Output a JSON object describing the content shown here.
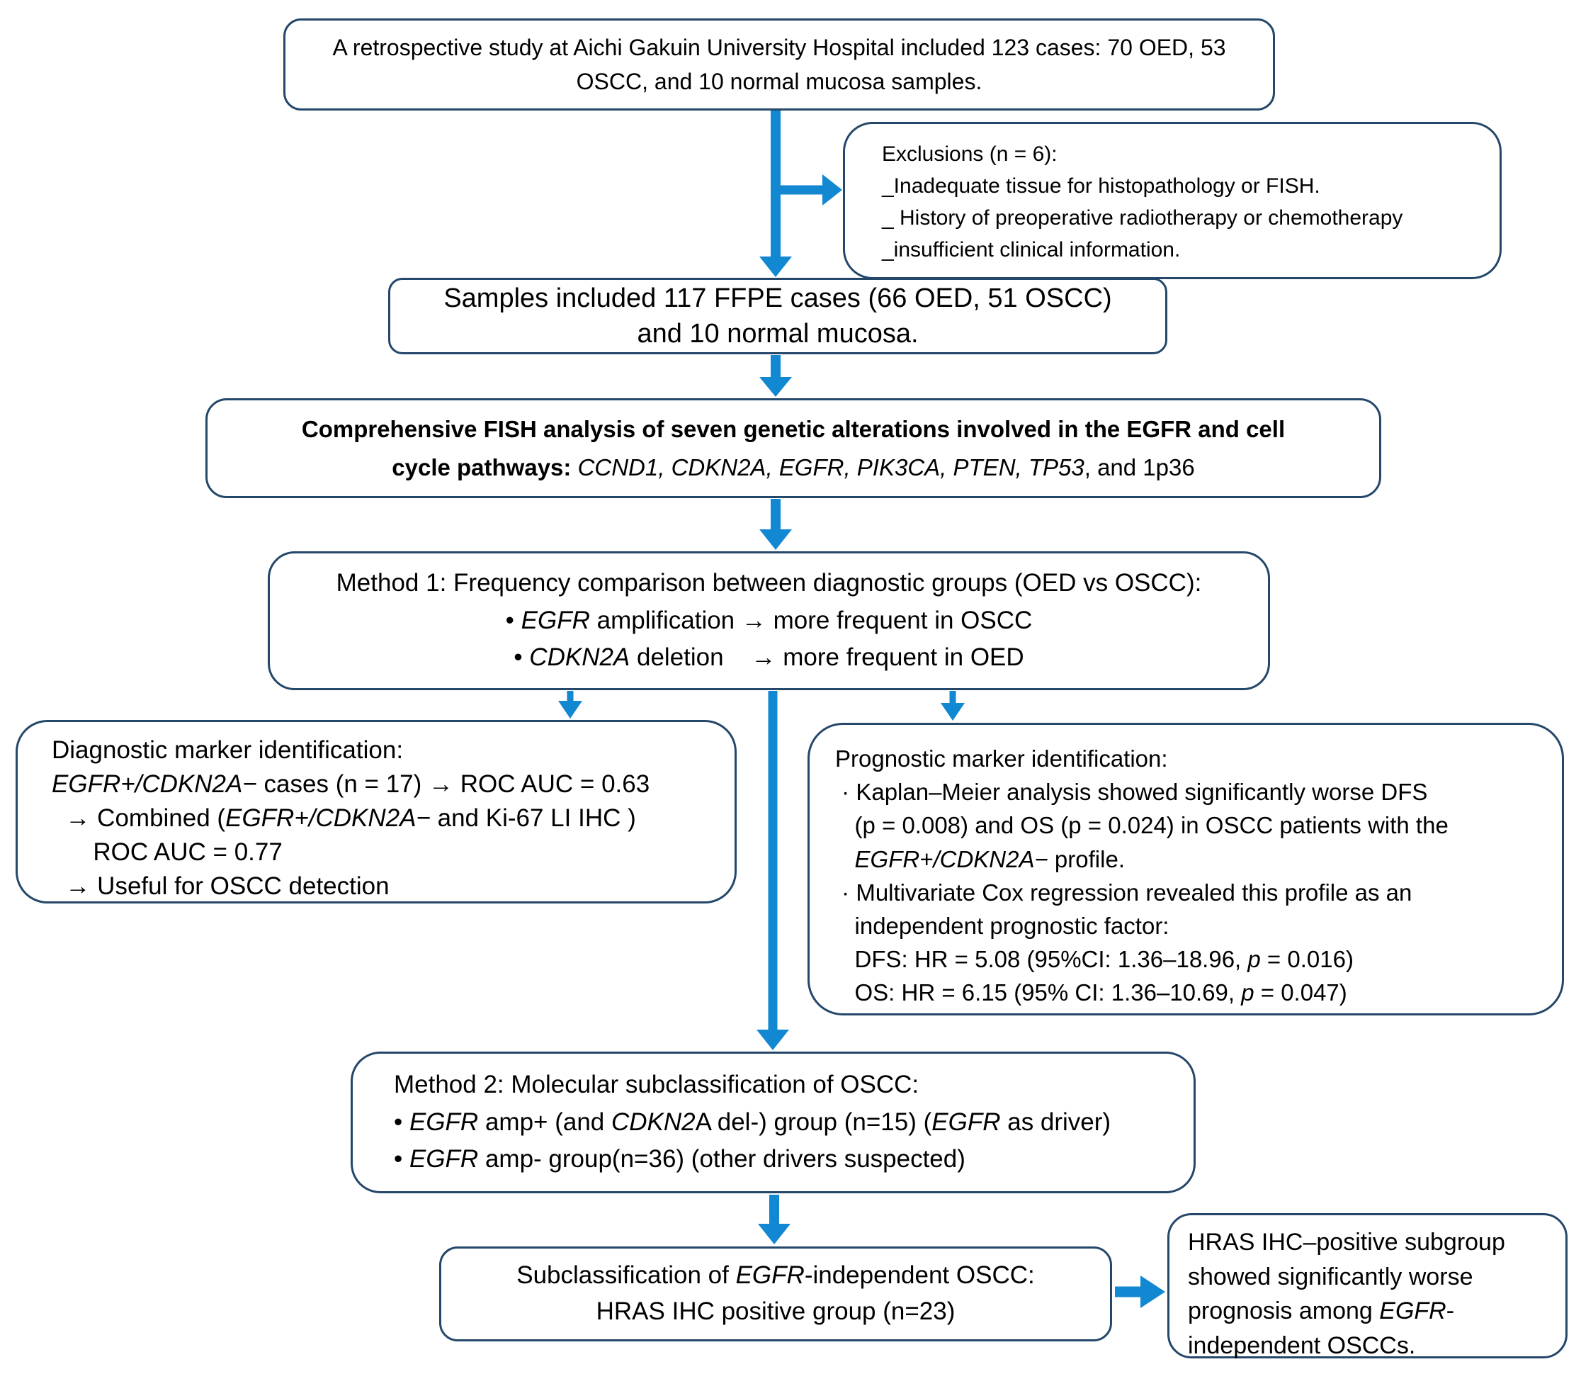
{
  "colors": {
    "box_border": "#24476a",
    "arrow": "#1287d2",
    "background": "#ffffff",
    "text": "#000000"
  },
  "boxes": {
    "study": {
      "lines": [
        [
          {
            "t": "A retrospective study at Aichi Gakuin University Hospital included 123 cases: 70 OED, 53"
          }
        ],
        [
          {
            "t": "OSCC, and 10 normal mucosa samples."
          }
        ]
      ]
    },
    "exclusions": {
      "lines": [
        [
          {
            "t": "Exclusions (n = 6):"
          }
        ],
        [
          {
            "t": "_Inadequate tissue for histopathology or FISH."
          }
        ],
        [
          {
            "t": "_ History of preoperative radiotherapy or chemotherapy"
          }
        ],
        [
          {
            "t": "_insufficient clinical information."
          }
        ]
      ]
    },
    "samples": {
      "lines": [
        [
          {
            "t": "Samples included 117 FFPE cases (66 OED, 51 OSCC)"
          }
        ],
        [
          {
            "t": "and 10 normal mucosa."
          }
        ]
      ]
    },
    "fish": {
      "lines": [
        [
          {
            "t": "Comprehensive FISH analysis of seven genetic alterations involved in the EGFR and cell",
            "b": true
          }
        ],
        [
          {
            "t": "cycle pathways: ",
            "b": true
          },
          {
            "t": "CCND1, CDKN2A, EGFR, PIK3CA, PTEN, TP53",
            "i": true
          },
          {
            "t": ", and 1p36"
          }
        ]
      ]
    },
    "method1": {
      "lines": [
        [
          {
            "t": "Method 1: Frequency comparison between diagnostic groups (OED vs OSCC):"
          }
        ],
        [
          {
            "t": "• "
          },
          {
            "t": "EGFR",
            "i": true
          },
          {
            "t": " amplification → more frequent in OSCC"
          }
        ],
        [
          {
            "t": "• "
          },
          {
            "t": "CDKN2A",
            "i": true
          },
          {
            "t": " deletion    → more frequent in OED"
          }
        ]
      ]
    },
    "diagnostic": {
      "lines": [
        [
          {
            "t": "Diagnostic marker identification:"
          }
        ],
        [
          {
            "t": "EGFR+/CDKN2A−",
            "i": true
          },
          {
            "t": " cases (n = 17) → ROC AUC = 0.63"
          }
        ],
        [
          {
            "t": "  → Combined ("
          },
          {
            "t": "EGFR+/CDKN2A−",
            "i": true
          },
          {
            "t": " and Ki-67 LI IHC )"
          }
        ],
        [
          {
            "t": "      ROC AUC = 0.77"
          }
        ],
        [
          {
            "t": "  → Useful for OSCC detection"
          }
        ]
      ]
    },
    "prognostic": {
      "lines": [
        [
          {
            "t": "Prognostic marker identification:"
          }
        ],
        [
          {
            "t": " · Kaplan–Meier analysis showed significantly worse DFS"
          }
        ],
        [
          {
            "t": "   (p = 0.008) and OS (p = 0.024) in OSCC patients with the"
          }
        ],
        [
          {
            "t": "   "
          },
          {
            "t": "EGFR+/CDKN2A−",
            "i": true
          },
          {
            "t": " profile."
          }
        ],
        [
          {
            "t": " · Multivariate Cox regression revealed this profile as an"
          }
        ],
        [
          {
            "t": "   independent prognostic factor:"
          }
        ],
        [
          {
            "t": "   DFS: HR = 5.08 (95%CI: 1.36–18.96, "
          },
          {
            "t": "p",
            "i": true
          },
          {
            "t": " = 0.016)"
          }
        ],
        [
          {
            "t": "   OS: HR = 6.15 (95% CI: 1.36–10.69, "
          },
          {
            "t": "p",
            "i": true
          },
          {
            "t": " = 0.047)"
          }
        ]
      ]
    },
    "method2": {
      "lines": [
        [
          {
            "t": "Method 2: Molecular subclassification of OSCC:"
          }
        ],
        [
          {
            "t": "• "
          },
          {
            "t": "EGFR",
            "i": true
          },
          {
            "t": " amp+ (and "
          },
          {
            "t": "CDKN2",
            "i": true
          },
          {
            "t": "A del-) group (n=15) ("
          },
          {
            "t": "EGFR",
            "i": true
          },
          {
            "t": " as driver)"
          }
        ],
        [
          {
            "t": "• "
          },
          {
            "t": "EGFR",
            "i": true
          },
          {
            "t": " amp- group(n=36) (other drivers suspected)"
          }
        ]
      ]
    },
    "subclass": {
      "lines": [
        [
          {
            "t": "Subclassification of "
          },
          {
            "t": "EGFR",
            "i": true
          },
          {
            "t": "-independent OSCC:"
          }
        ],
        [
          {
            "t": "HRAS IHC positive group (n=23)"
          }
        ]
      ]
    },
    "hras": {
      "lines": [
        [
          {
            "t": "HRAS IHC–positive subgroup"
          }
        ],
        [
          {
            "t": "showed significantly worse"
          }
        ],
        [
          {
            "t": "prognosis among "
          },
          {
            "t": "EGFR",
            "i": true
          },
          {
            "t": "-"
          }
        ],
        [
          {
            "t": "independent OSCCs."
          }
        ]
      ]
    }
  }
}
